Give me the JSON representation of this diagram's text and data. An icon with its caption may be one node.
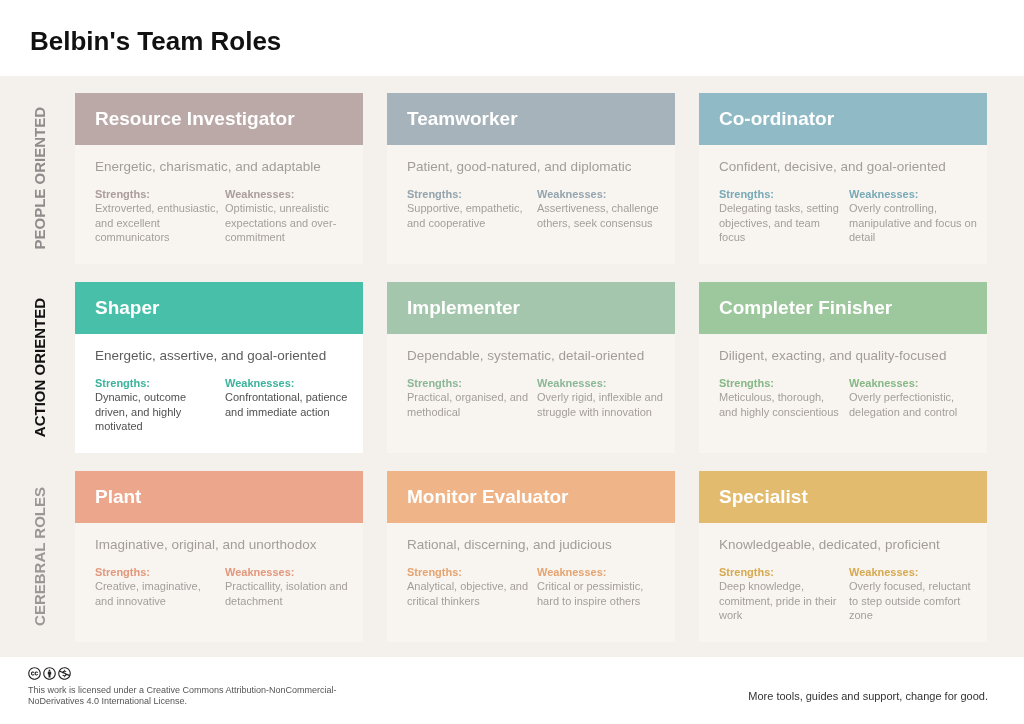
{
  "diagram": {
    "title": "Belbin's Team Roles",
    "nodes": [
      {
        "text": [
          "Resource Investigator",
          "Energetic, charismatic, and adaptable",
          "Strengths:",
          "Extroverted, enthusiastic, and excellent communicators",
          "Weaknesses:",
          "Optimistic, unrealistic expectations and over-commitment"
        ]
      },
      {
        "text": [
          "Teamworker",
          "Patient, good-natured, and diplomatic",
          "Strengths:",
          "Supportive, empathetic, and cooperative",
          "Weaknesses:",
          "Assertiveness, challenge others, seek consensus"
        ]
      },
      {
        "text": [
          "Co-ordinator",
          "Confident, decisive, and goal-oriented",
          "Strengths:",
          "Delegating tasks, setting objectives, and team focus",
          "Weaknesses:",
          "Overly controlling, manipulative and focus on detail"
        ]
      },
      {
        "text": [
          "Shaper",
          "Energetic, assertive, and goal-oriented",
          "Strengths:",
          "Dynamic, outcome driven, and highly motivated",
          "Weaknesses:",
          "Confrontational, patience and immediate action"
        ]
      },
      {
        "text": [
          "Implementer",
          "Dependable, systematic, detail-oriented",
          "Strengths:",
          "Practical, organised, and methodical",
          "Weaknesses:",
          "Overly rigid, inflexible and struggle with innovation"
        ]
      },
      {
        "text": [
          "Completer Finisher",
          "Diligent, exacting, and quality-focused",
          "Strengths:",
          "Meticulous, thorough, and highly conscientious",
          "Weaknesses:",
          "Overly perfectionistic, delegation and control"
        ]
      },
      {
        "text": [
          "Plant",
          "Imaginative, original, and unorthodox",
          "Strengths:",
          "Creative, imaginative, and innovative",
          "Weaknesses:",
          "Practicallity, isolation and detachment"
        ]
      },
      {
        "text": [
          "Monitor Evaluator",
          "Rational, discerning, and judicious",
          "Strengths:",
          "Analytical, objective, and critical thinkers",
          "Weaknesses:",
          "Critical or pessimistic, hard to inspire others"
        ]
      },
      {
        "text": [
          "Specialist",
          "Knowledgeable, dedicated, proficient",
          "Strengths:",
          "Deep knowledge, comitment, pride in their work",
          "Weaknesses:",
          "Overly focused, reluctant to step outside comfort zone"
        ]
      }
    ],
    "labels": [
      "PEOPLE ORIENTED",
      "ACTION ORIENTED",
      "CEREBRAL ROLES",
      "This work is licensed under a Creative Commons Attribution-NonCommercial-NoDerivatives 4.0 International License.",
      "More tools, guides and support, change for good."
    ]
  }
}
